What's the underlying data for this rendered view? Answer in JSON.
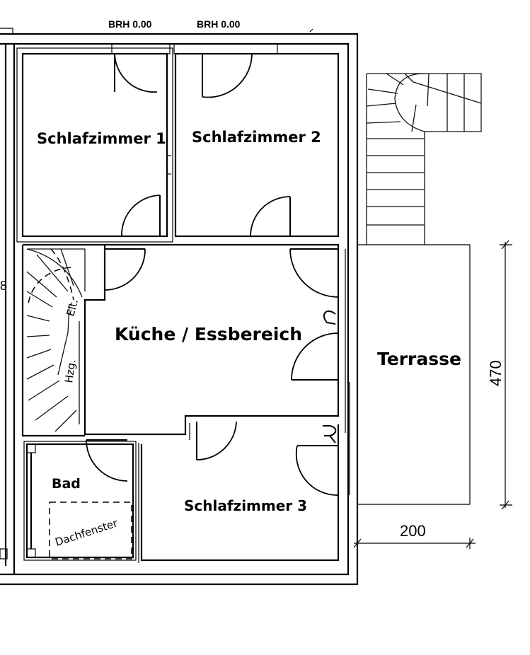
{
  "rooms": {
    "bedroom1": "Schlafzimmer 1",
    "bedroom2": "Schlafzimmer 2",
    "kitchen": "Küche / Essbereich",
    "terrace": "Terrasse",
    "bath": "Bad",
    "bedroom3": "Schlafzimmer 3"
  },
  "annotations": {
    "brh_left": "BRH 0.00",
    "brh_right": "BRH 0.00",
    "skylight": "Dachfenster",
    "heating": "Hzg.",
    "elt": "Elt.",
    "radiator_mark_1": "R",
    "radiator_mark_2": "R",
    "edge_fragment": "8"
  },
  "dimensions": {
    "terrace_height": "470",
    "terrace_width": "200"
  }
}
